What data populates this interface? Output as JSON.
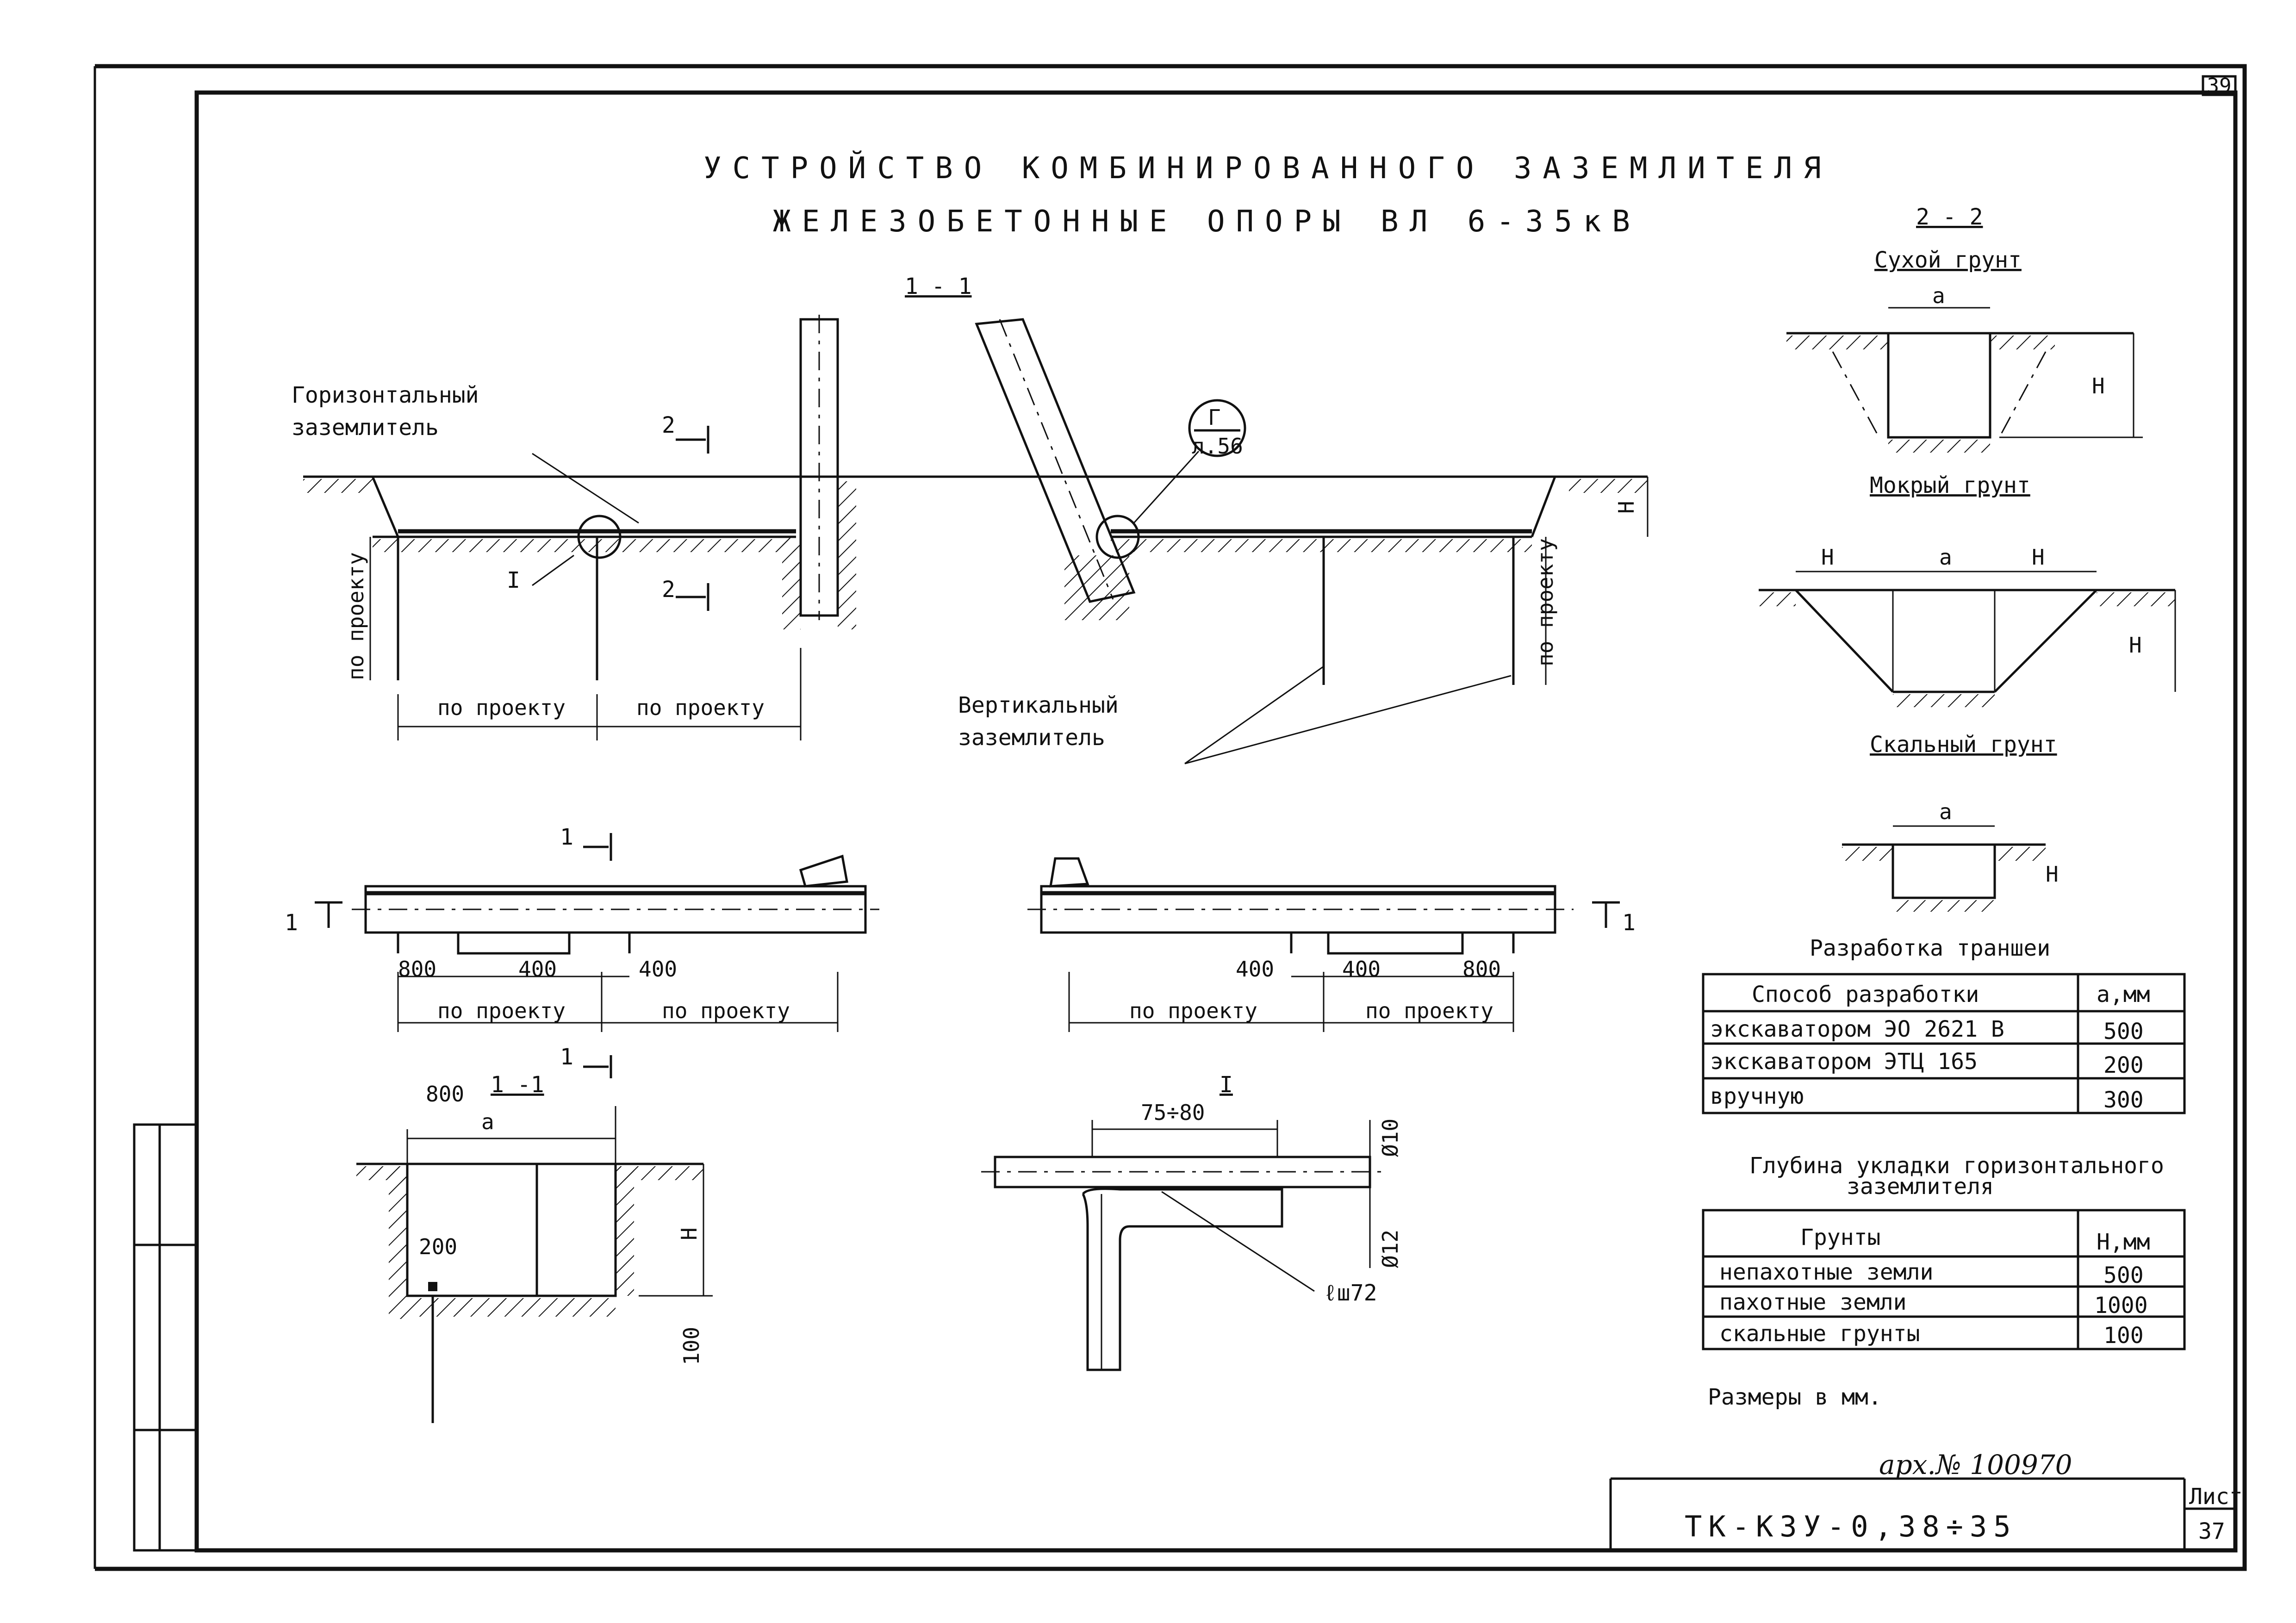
{
  "sheet": {
    "page_number": "39",
    "title_line1": "УСТРОЙСТВО КОМБИНИРОВАННОГО ЗАЗЕМЛИТЕЛЯ",
    "title_line2": "ЖЕЛЕЗОБЕТОННЫЕ ОПОРЫ ВЛ 6-35кВ",
    "note": "Размеры в мм.",
    "archive_no": "арх.№ 100970",
    "stamp_code": "ТК-КЗУ-0,38÷35",
    "stamp_sheet_label": "Лист",
    "stamp_sheet_no": "37"
  },
  "section_1_1": {
    "label": "1 - 1",
    "horizontal_label_1": "Горизонтальный",
    "horizontal_label_2": "заземлитель",
    "vertical_label_1": "Вертикальный",
    "vertical_label_2": "заземлитель",
    "node_I": "I",
    "callout_top": "Г",
    "callout_bottom": "л.56",
    "cut_2": "2",
    "dim_H": "Н",
    "dim_per_project": "по проекту"
  },
  "plan": {
    "cut_1": "1",
    "dims_left": [
      "800",
      "400",
      "400"
    ],
    "dims_right": [
      "400",
      "400",
      "800"
    ],
    "dim_per_project": "по проекту"
  },
  "detail_1_1": {
    "label": "1 -1",
    "dim_800": "800",
    "dim_a": "а",
    "dim_200": "200",
    "dim_H": "Н",
    "dim_100": "100",
    "cut_1": "1"
  },
  "detail_I": {
    "label": "I",
    "dim_75_80": "75÷80",
    "dia_10": "Ø10",
    "dia_12": "Ø12",
    "weld": "ℓш72"
  },
  "section_2_2": {
    "label": "2 - 2",
    "dry_soil": "Сухой грунт",
    "wet_soil": "Мокрый грунт",
    "rock_soil": "Скальный грунт",
    "dim_a": "а",
    "dim_H": "Н"
  },
  "table_trench": {
    "caption": "Разработка траншеи",
    "headers": [
      "Способ разработки",
      "а,мм"
    ],
    "rows": [
      [
        "экскаватором ЭО 2621 В",
        "500"
      ],
      [
        "экскаватором ЭТЦ 165",
        "200"
      ],
      [
        "вручную",
        "300"
      ]
    ]
  },
  "table_depth": {
    "caption_1": "Глубина укладки горизонтального",
    "caption_2": "заземлителя",
    "headers": [
      "Грунты",
      "Н,мм"
    ],
    "rows": [
      [
        "непахотные земли",
        "500"
      ],
      [
        "пахотные земли",
        "1000"
      ],
      [
        "скальные грунты",
        "100"
      ]
    ]
  }
}
